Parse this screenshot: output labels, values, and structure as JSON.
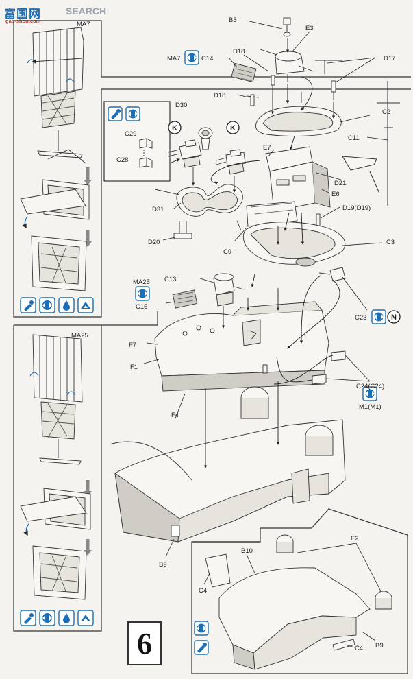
{
  "header": {
    "logo_main": "富国网",
    "logo_sub": "gao-shou.com",
    "logo_search": "SEARCH"
  },
  "step": {
    "number": "6"
  },
  "icons": {
    "cement": "cement-brush-icon",
    "attach": "attach-both-sides-icon",
    "decal": "water-decal-icon",
    "option": "optional-part-icon",
    "letter_k": "K",
    "letter_n": "N"
  },
  "labels": {
    "MA7_top": "MA7",
    "MA25_left": "MA25",
    "B5": "B5",
    "E3": "E3",
    "MA7_mid": "MA7",
    "C14": "C14",
    "D18a": "D18",
    "D17": "D17",
    "D18b": "D18",
    "C2": "C2",
    "D30": "D30",
    "C29": "C29",
    "C28": "C28",
    "C11": "C11",
    "E7": "E7",
    "D21": "D21",
    "E6": "E6",
    "D31": "D31",
    "D19": "D19(D19)",
    "D20": "D20",
    "C9": "C9",
    "C3": "C3",
    "MA25_mid": "MA25",
    "C13": "C13",
    "C15": "C15",
    "C23": "C23",
    "F7": "F7",
    "F1": "F1",
    "C24": "C24(C24)",
    "F4": "F4",
    "M1": "M1(M1)",
    "B9a": "B9",
    "E2": "E2",
    "B10": "B10",
    "C4a": "C4",
    "C4b": "C4",
    "B9b": "B9"
  },
  "colors": {
    "line": "#2b2b2b",
    "part_fill": "#f7f6f2",
    "shade": "#cfcdc6",
    "icon_blue": "#1b6fb6",
    "arrow_gray": "#888888",
    "bg": "#f4f3ef"
  }
}
